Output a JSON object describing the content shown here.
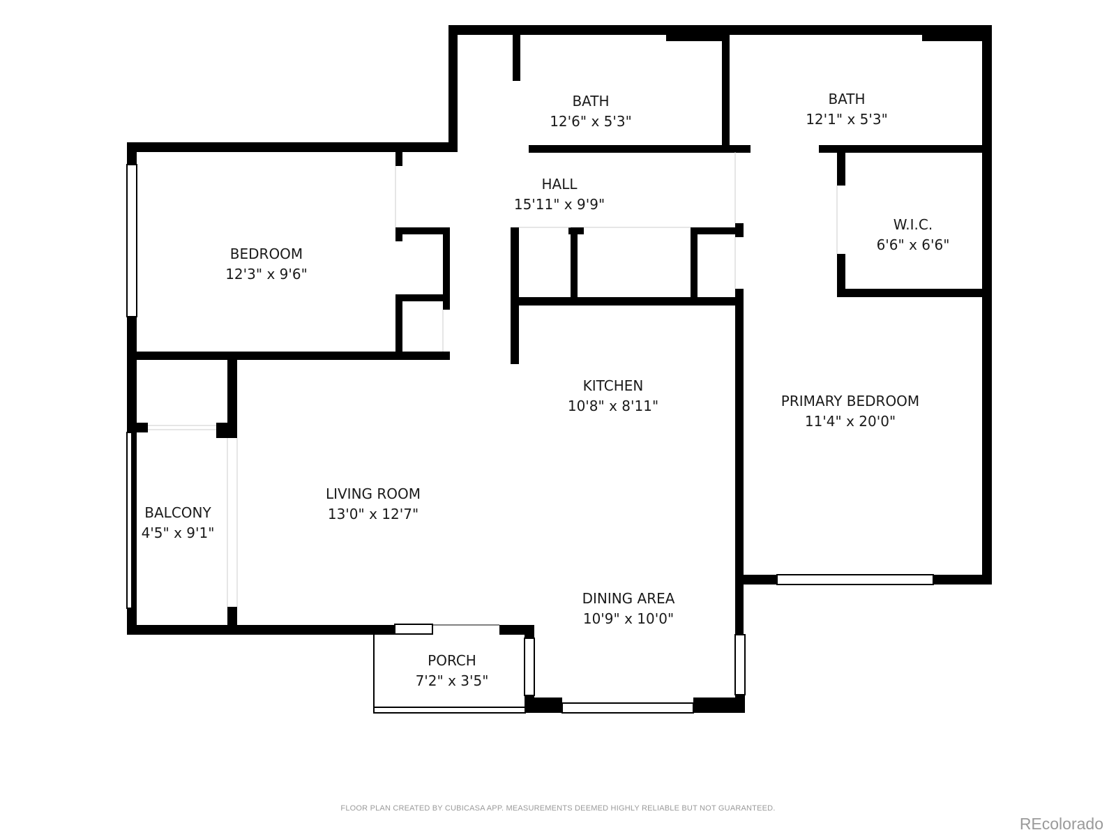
{
  "rooms": {
    "bath1": {
      "name": "BATH",
      "dims": "12'6\" x 5'3\""
    },
    "bath2": {
      "name": "BATH",
      "dims": "12'1\" x 5'3\""
    },
    "hall": {
      "name": "HALL",
      "dims": "15'11\" x 9'9\""
    },
    "wic": {
      "name": "W.I.C.",
      "dims": "6'6\" x 6'6\""
    },
    "bedroom": {
      "name": "BEDROOM",
      "dims": "12'3\" x 9'6\""
    },
    "kitchen": {
      "name": "KITCHEN",
      "dims": "10'8\" x 8'11\""
    },
    "primary": {
      "name": "PRIMARY BEDROOM",
      "dims": "11'4\" x 20'0\""
    },
    "living": {
      "name": "LIVING ROOM",
      "dims": "13'0\" x 12'7\""
    },
    "balcony": {
      "name": "BALCONY",
      "dims": "4'5\" x 9'1\""
    },
    "dining": {
      "name": "DINING AREA",
      "dims": "10'9\" x 10'0\""
    },
    "porch": {
      "name": "PORCH",
      "dims": "7'2\" x 3'5\""
    }
  },
  "footer": "FLOOR PLAN CREATED BY CUBICASA APP. MEASUREMENTS DEEMED HIGHLY RELIABLE BUT NOT GUARANTEED.",
  "brand": "REcolorado",
  "colors": {
    "wall": "#000000",
    "label": "#1a1a1a",
    "footnote": "#9a9a9a"
  }
}
